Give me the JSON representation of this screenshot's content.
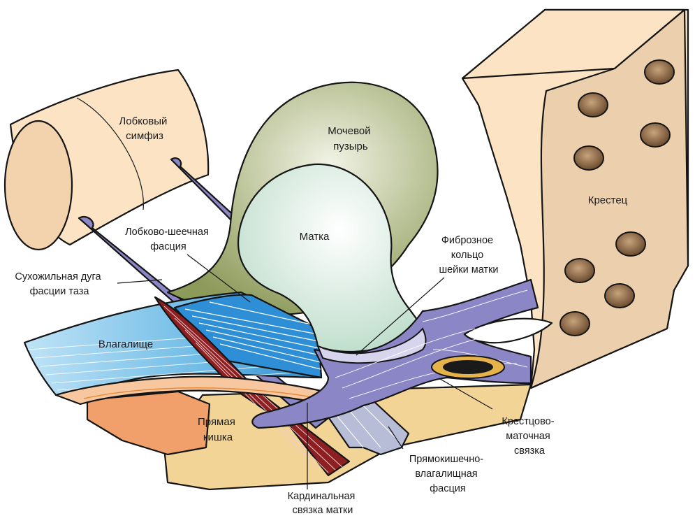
{
  "labels": {
    "pubic_symphysis": [
      "Лобковый",
      "симфиз"
    ],
    "bladder": [
      "Мочевой",
      "пузырь"
    ],
    "uterus": [
      "Матка"
    ],
    "sacrum": [
      "Крестец"
    ],
    "pubocervical_fascia": [
      "Лобково-шеечная",
      "фасция"
    ],
    "tendinous_arch": [
      "Сухожильная дуга",
      "фасции таза"
    ],
    "pericervical_ring": [
      "Фиброзное",
      "кольцо",
      "шейки матки"
    ],
    "vagina": [
      "Влагалище"
    ],
    "rectum": [
      "Прямая",
      "кишка"
    ],
    "uterosacral_ligament": [
      "Крестцово-",
      "маточная",
      "связка"
    ],
    "rectovaginal_fascia": [
      "Прямокишечно-",
      "влагалищная",
      "фасция"
    ],
    "cardinal_ligament": [
      "Кардинальная",
      "связка матки"
    ]
  },
  "colors": {
    "bone": "#fbe3c4",
    "bladder": "#8c9a5a",
    "uterus": "#cfe6d8",
    "fascia_purple": "#8b86c6",
    "vagina_blue": "#4aa3db",
    "muscle_red": "#8c1f22",
    "rectum": "#f2d596",
    "rectum_pink": "#f2a06b",
    "foramen": "#7a5a3c"
  }
}
